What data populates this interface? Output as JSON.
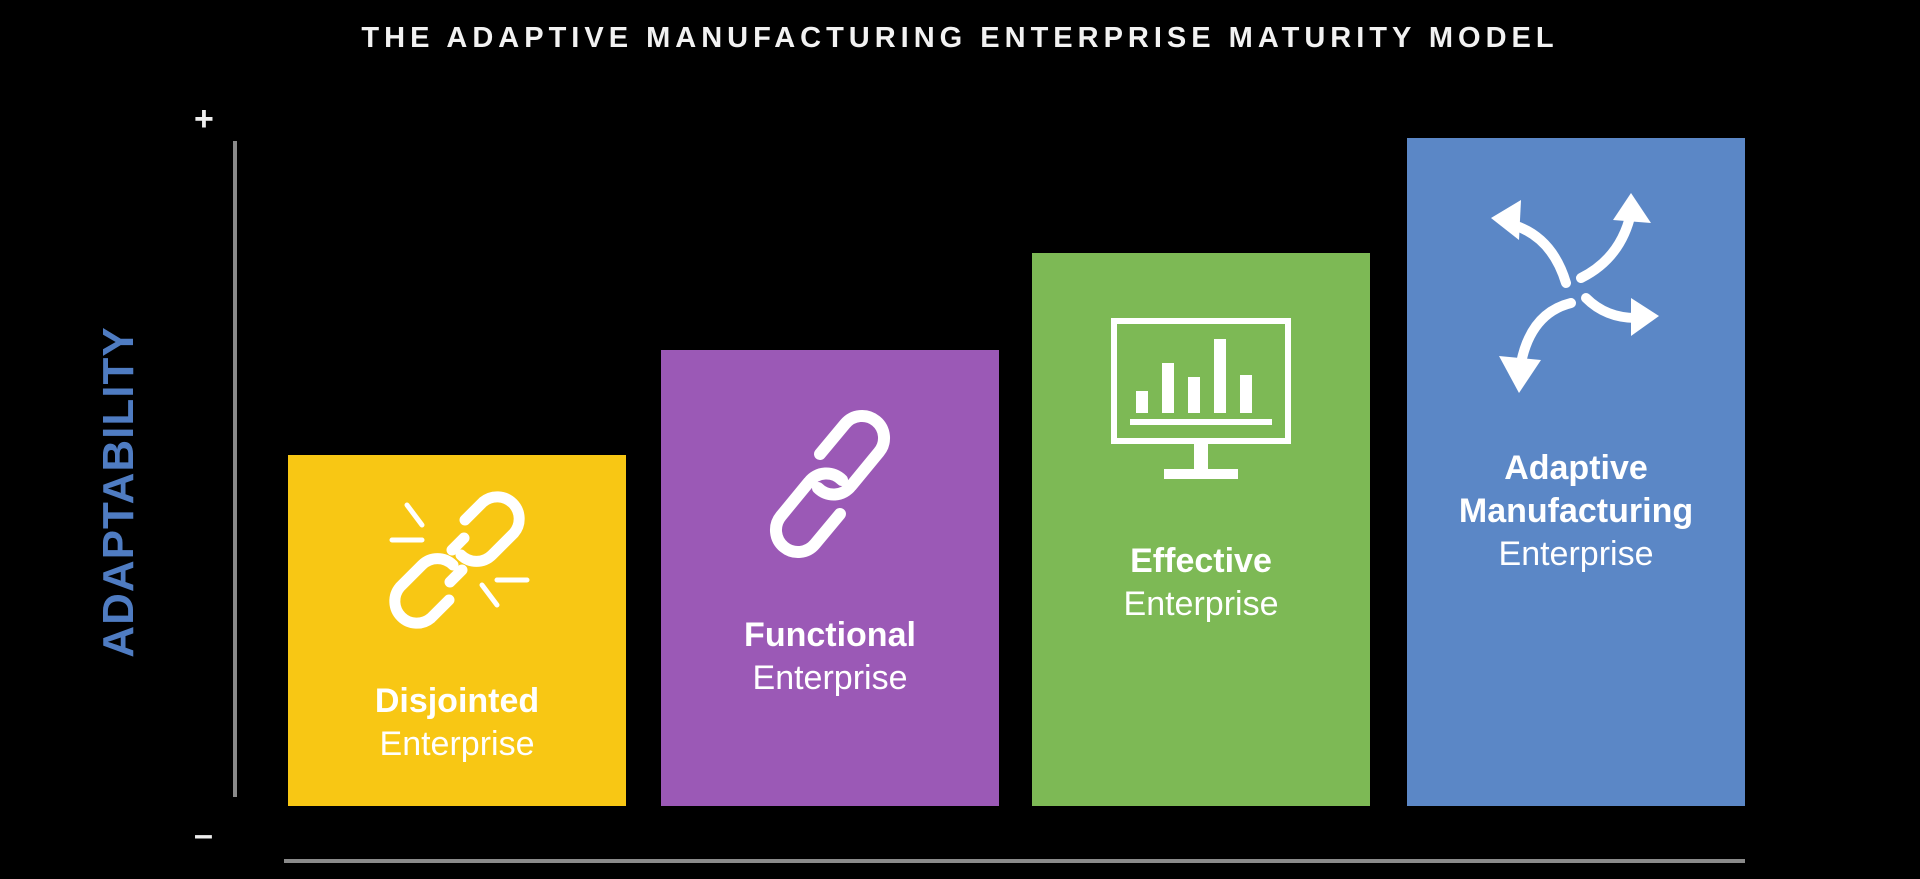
{
  "title": "THE ADAPTIVE MANUFACTURING ENTERPRISE MATURITY MODEL",
  "axis": {
    "y_label": "ADAPTABILITY",
    "top_marker": "+",
    "bottom_marker": "–"
  },
  "stages": [
    {
      "strong": "Disjointed",
      "lines": [
        "Enterprise"
      ],
      "color": "#f8c714",
      "icon": "broken-chain-icon",
      "level": 1
    },
    {
      "strong": "Functional",
      "lines": [
        "Enterprise"
      ],
      "color": "#9b59b6",
      "icon": "chain-link-icon",
      "level": 2
    },
    {
      "strong": "Effective",
      "lines": [
        "Enterprise"
      ],
      "color": "#7db955",
      "icon": "monitor-chart-icon",
      "level": 3
    },
    {
      "strong": "Adaptive",
      "lines": [
        "Manufacturing",
        "Enterprise"
      ],
      "color": "#5b87c6",
      "icon": "swirl-arrows-icon",
      "level": 4
    }
  ]
}
